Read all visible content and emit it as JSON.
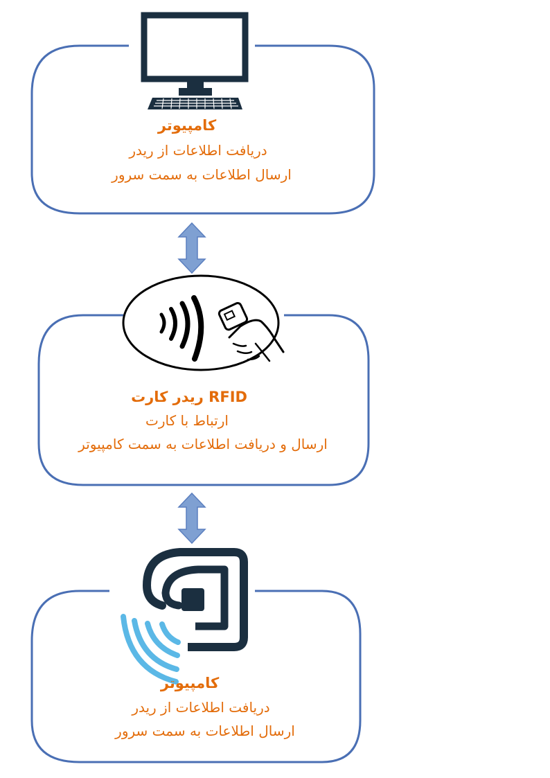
{
  "colors": {
    "box_border": "#4a6fb4",
    "arrow_fill": "#7fa0d2",
    "arrow_stroke": "#5b7fbf",
    "text": "#e36c0a",
    "icon_dark": "#1b2f40",
    "wave_blue": "#5bb8e6",
    "black": "#000000"
  },
  "nodes": {
    "computer": {
      "icon": "desktop-computer-icon",
      "title": "کامپیوتر",
      "line1": "دریافت اطلاعات از ریدر",
      "line2": "ارسال اطلاعات به سمت سرور"
    },
    "reader": {
      "icon": "contactless-card-reader-icon",
      "title": "RFID ریدر کارت",
      "line1": "ارتباط با کارت",
      "line2": "ارسال و دریافت اطلاعات به سمت کامپیوتر"
    },
    "tag": {
      "icon": "rfid-tag-icon",
      "title": "کامپیوتر",
      "line1": "دریافت اطلاعات از ریدر",
      "line2": "ارسال اطلاعات به سمت سرور"
    }
  },
  "edges": [
    {
      "from": "computer",
      "to": "reader",
      "type": "bidirectional"
    },
    {
      "from": "reader",
      "to": "tag",
      "type": "bidirectional"
    }
  ]
}
